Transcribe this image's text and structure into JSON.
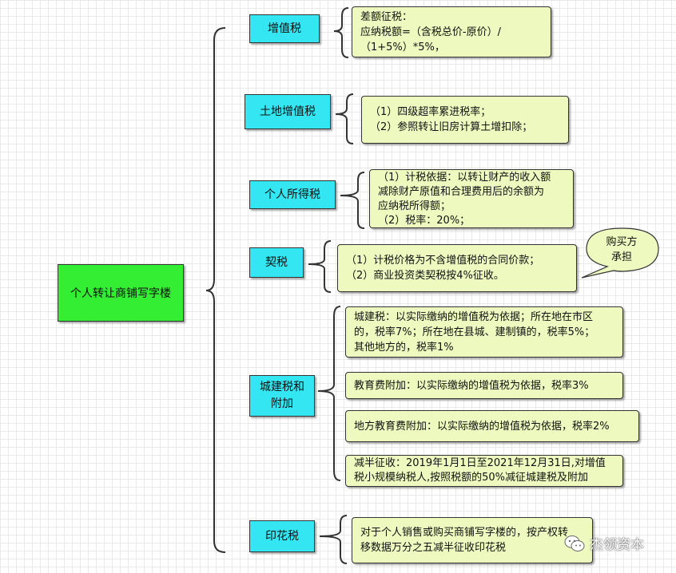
{
  "root": {
    "label": "个人转让商铺写字楼"
  },
  "branches": [
    {
      "name": "增值税",
      "details": [
        "差额征税：",
        "应纳税额=（含税总价-原价）/",
        "（1+5%）*5%，"
      ]
    },
    {
      "name": "土地增值税",
      "details": [
        "（1）四级超率累进税率；",
        "（2）参照转让旧房计算土增扣除；"
      ]
    },
    {
      "name": "个人所得税",
      "details": [
        "（1）计税依据：以转让财产的收入额",
        "减除财产原值和合理费用后的余额为",
        "应纳税所得额；",
        "（2）税率：20%；"
      ]
    },
    {
      "name": "契税",
      "details": [
        "（1）计税价格为不含增值税的合同价款；",
        "（2）商业投资类契税按4%征收。"
      ],
      "callout": [
        "购买方",
        "承担"
      ]
    },
    {
      "name": [
        "城建税和",
        "附加"
      ],
      "details": [
        [
          "城建税：以实际缴纳的增值税为依据；所在地在市区",
          "的，税率7%；所在地在县城、建制镇的，税率5%；",
          "其他地方的，税率1%"
        ],
        [
          "教育费附加：以实际缴纳的增值税为依据，税率3%"
        ],
        [
          "地方教育费附加：以实际缴纳的增值税为依据，税率2%"
        ],
        [
          "减半征收：2019年1月1日至2021年12月31日,对增值",
          "税小规模纳税人,按照税额的50%减征城建税及附加"
        ]
      ]
    },
    {
      "name": "印花税",
      "details": [
        "对于个人销售或购买商铺写字楼的，按产权转",
        "移数据万分之五减半征收印花税"
      ]
    }
  ],
  "watermark": {
    "text": "杰领资本",
    "icon": "wechat-icon"
  },
  "colors": {
    "root": "#33ee33",
    "branch": "#33e6f2",
    "note": "#eef9c0",
    "line": "#333333"
  }
}
